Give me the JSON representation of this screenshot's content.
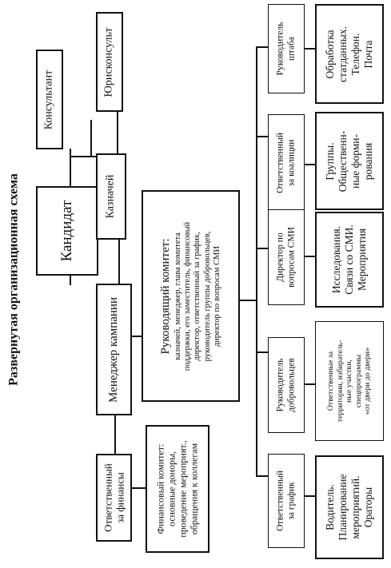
{
  "title": "Развернутая организационная схема",
  "nodes": {
    "candidate": "Кандидат",
    "consultant": "Консультант",
    "lawyer": "Юрисконсульт",
    "treasurer": "Казначей",
    "campaign_manager": "Менеджер кампании",
    "steering_committee": {
      "title": "Руководящий комитет:",
      "lines": [
        "казначей, менеджер, глава комитета",
        "поддержки, его заместитель, финансовый",
        "директор, ответственный за график,",
        "руководитель группы добровольцев,",
        "директор по вопросам СМИ"
      ]
    },
    "finance_responsible": [
      "Ответственный",
      "за финансы"
    ],
    "finance_committee": [
      "Финансовый комитет:",
      "основные доноры,",
      "проведение мероприят.,",
      "обращения к коллегам"
    ],
    "schedule_responsible": [
      "Ответственный",
      "за график"
    ],
    "schedule_tasks": [
      "Водитель.",
      "Планирование",
      "мероприятий.",
      "Ораторы"
    ],
    "volunteers_head": [
      "Руководитель",
      "добровольцев"
    ],
    "volunteers_tasks": [
      "Ответственные за",
      "территории, избиратель-",
      "ные участки,",
      "спецпрограммы",
      "«от двери до двери»"
    ],
    "media_director": [
      "Директор по",
      "вопросам СМИ"
    ],
    "media_tasks": [
      "Исследования.",
      "Связи со СМИ.",
      "Мероприятия"
    ],
    "coalition_responsible": [
      "Ответственный",
      "за коалиции"
    ],
    "coalition_tasks": [
      "Группы.",
      "Общественн-",
      "ные форми-",
      "рования"
    ],
    "hq_head": [
      "Руководитель",
      "штаба"
    ],
    "hq_tasks": [
      "Обработка",
      "статданных.",
      "Телефон.",
      "Почта"
    ]
  }
}
